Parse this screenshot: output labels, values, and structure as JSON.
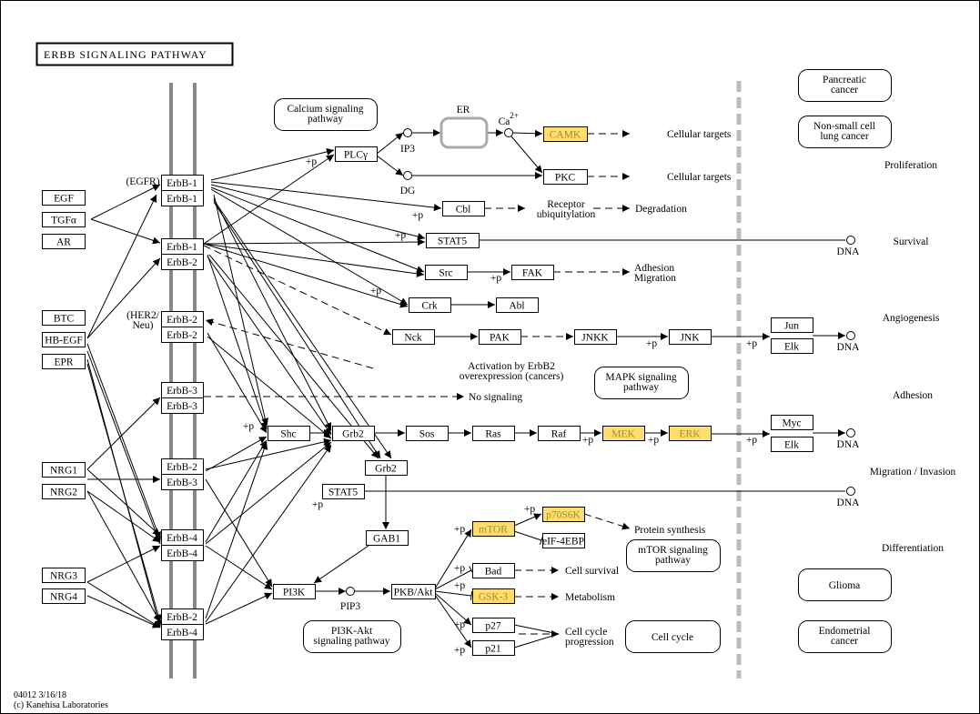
{
  "title": "ERBB SIGNALING PATHWAY",
  "footer": {
    "id_date": "04012 3/16/18",
    "copyright": "(c) Kanehisa Laboratories"
  },
  "colors": {
    "highlight": "#ffde6e",
    "membrane": "#888888",
    "divider": "#bbbbbb"
  },
  "ligands": [
    "EGF",
    "TGFα",
    "AR",
    "BTC",
    "HB-EGF",
    "EPR",
    "NRG1",
    "NRG2",
    "NRG3",
    "NRG4"
  ],
  "receptors": [
    {
      "top": "ErbB-1",
      "bottom": "ErbB-1"
    },
    {
      "top": "ErbB-1",
      "bottom": "ErbB-2"
    },
    {
      "top": "ErbB-2",
      "bottom": "ErbB-2"
    },
    {
      "top": "ErbB-3",
      "bottom": "ErbB-3"
    },
    {
      "top": "ErbB-2",
      "bottom": "ErbB-3"
    },
    {
      "top": "ErbB-4",
      "bottom": "ErbB-4"
    },
    {
      "top": "ErbB-2",
      "bottom": "ErbB-4"
    }
  ],
  "receptor_notes": {
    "egfr": "(EGFR)",
    "her2_line1": "(HER2/",
    "her2_line2": "Neu)"
  },
  "genes": [
    {
      "id": "plcg",
      "label": "PLCγ",
      "highlighted": false
    },
    {
      "id": "camk",
      "label": "CAMK",
      "highlighted": true
    },
    {
      "id": "pkc",
      "label": "PKC",
      "highlighted": false
    },
    {
      "id": "cbl",
      "label": "Cbl",
      "highlighted": false
    },
    {
      "id": "stat5a",
      "label": "STAT5",
      "highlighted": false
    },
    {
      "id": "src",
      "label": "Src",
      "highlighted": false
    },
    {
      "id": "fak",
      "label": "FAK",
      "highlighted": false
    },
    {
      "id": "crk",
      "label": "Crk",
      "highlighted": false
    },
    {
      "id": "abl",
      "label": "Abl",
      "highlighted": false
    },
    {
      "id": "nck",
      "label": "Nck",
      "highlighted": false
    },
    {
      "id": "pak",
      "label": "PAK",
      "highlighted": false
    },
    {
      "id": "jnkk",
      "label": "JNKK",
      "highlighted": false
    },
    {
      "id": "jnk",
      "label": "JNK",
      "highlighted": false
    },
    {
      "id": "jun",
      "label": "Jun",
      "highlighted": false
    },
    {
      "id": "elk1",
      "label": "Elk",
      "highlighted": false
    },
    {
      "id": "shc",
      "label": "Shc",
      "highlighted": false
    },
    {
      "id": "grb2a",
      "label": "Grb2",
      "highlighted": false
    },
    {
      "id": "sos",
      "label": "Sos",
      "highlighted": false
    },
    {
      "id": "ras",
      "label": "Ras",
      "highlighted": false
    },
    {
      "id": "raf",
      "label": "Raf",
      "highlighted": false
    },
    {
      "id": "mek",
      "label": "MEK",
      "highlighted": true
    },
    {
      "id": "erk",
      "label": "ERK",
      "highlighted": true
    },
    {
      "id": "myc",
      "label": "Myc",
      "highlighted": false
    },
    {
      "id": "elk2",
      "label": "Elk",
      "highlighted": false
    },
    {
      "id": "grb2b",
      "label": "Grb2",
      "highlighted": false
    },
    {
      "id": "stat5b",
      "label": "STAT5",
      "highlighted": false
    },
    {
      "id": "gab1",
      "label": "GAB1",
      "highlighted": false
    },
    {
      "id": "pi3k",
      "label": "PI3K",
      "highlighted": false
    },
    {
      "id": "akt",
      "label": "PKB/Akt",
      "highlighted": false
    },
    {
      "id": "mtor",
      "label": "mTOR",
      "highlighted": true
    },
    {
      "id": "p70",
      "label": "p70S6K",
      "highlighted": true
    },
    {
      "id": "eif",
      "label": "eIF-4EBP",
      "highlighted": false
    },
    {
      "id": "bad",
      "label": "Bad",
      "highlighted": false
    },
    {
      "id": "gsk",
      "label": "GSK-3",
      "highlighted": true
    },
    {
      "id": "p27",
      "label": "p27",
      "highlighted": false
    },
    {
      "id": "p21",
      "label": "p21",
      "highlighted": false
    }
  ],
  "compounds": {
    "ip3": "IP3",
    "dg": "DG",
    "ca": "Ca",
    "ca_sup": "2+",
    "pip3": "PIP3",
    "er": "ER",
    "dna": "DNA"
  },
  "pathways": [
    {
      "id": "calcium",
      "lines": [
        "Calcium signaling",
        "pathway"
      ]
    },
    {
      "id": "mapk",
      "lines": [
        "MAPK signaling",
        "pathway"
      ]
    },
    {
      "id": "mtorp",
      "lines": [
        "mTOR signaling",
        "pathway"
      ]
    },
    {
      "id": "pi3kakt",
      "lines": [
        "PI3K-Akt",
        "signaling pathway"
      ]
    },
    {
      "id": "cellcycle",
      "lines": [
        "Cell cycle"
      ]
    },
    {
      "id": "pancreatic",
      "lines": [
        "Pancreatic",
        "cancer"
      ]
    },
    {
      "id": "nsclc",
      "lines": [
        "Non-small cell",
        "lung cancer"
      ]
    },
    {
      "id": "glioma",
      "lines": [
        "Glioma"
      ]
    },
    {
      "id": "endometrial",
      "lines": [
        "Endometrial",
        "cancer"
      ]
    }
  ],
  "outcomes": [
    {
      "id": "ct1",
      "lines": [
        "Cellular targets"
      ]
    },
    {
      "id": "ct2",
      "lines": [
        "Cellular targets"
      ]
    },
    {
      "id": "ubiq",
      "lines": [
        "Receptor",
        "ubiquitylation"
      ]
    },
    {
      "id": "degr",
      "lines": [
        "Degradation"
      ]
    },
    {
      "id": "adh",
      "lines": [
        "Adhesion",
        "Migration"
      ]
    },
    {
      "id": "actv",
      "lines": [
        "Activation by ErbB2",
        "overexpression (cancers)"
      ]
    },
    {
      "id": "nosig",
      "lines": [
        "No signaling"
      ]
    },
    {
      "id": "prot",
      "lines": [
        "Protein synthesis"
      ]
    },
    {
      "id": "surv",
      "lines": [
        "Cell survival"
      ]
    },
    {
      "id": "metab",
      "lines": [
        "Metabolism"
      ]
    },
    {
      "id": "ccp",
      "lines": [
        "Cell cycle",
        "progression"
      ]
    }
  ],
  "phenotypes": [
    "Proliferation",
    "Survival",
    "Angiogenesis",
    "Adhesion",
    "Migration / Invasion",
    "Differentiation"
  ],
  "plus_p": "+p"
}
